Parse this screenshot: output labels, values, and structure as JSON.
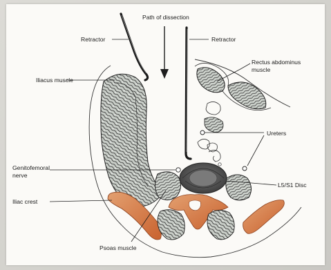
{
  "labels": {
    "path_of_dissection": "Path of dissection",
    "retractor_left": "Retractor",
    "retractor_right": "Retractor",
    "iliacus_muscle": "Iliacus muscle",
    "rectus_line1": "Rectus abdominus",
    "rectus_line2": "muscle",
    "ureters": "Ureters",
    "genitofemoral_line1": "Genitofemoral",
    "genitofemoral_line2": "nerve",
    "l5s1_disc": "L5/S1 Disc",
    "iliac_crest": "Iliac crest",
    "psoas_muscle": "Psoas muscle"
  },
  "colors": {
    "bone_orange": "#d2703f",
    "bone_light": "#e9a87b",
    "muscle_fill": "#c6ccc6",
    "outline": "#222222",
    "paper": "#fbfaf7"
  }
}
